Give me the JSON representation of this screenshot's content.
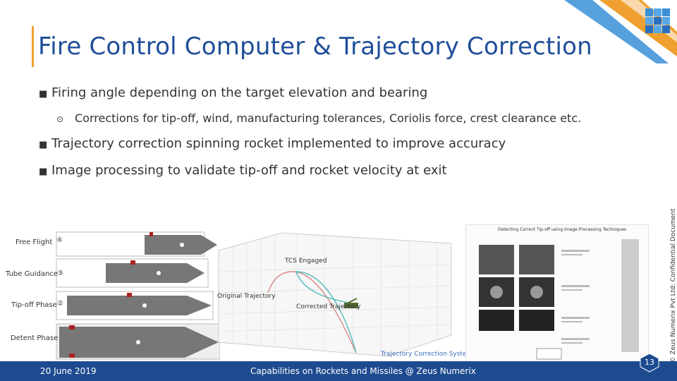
{
  "title": "Fire Control Computer & Trajectory Correction",
  "bullets": {
    "b1": "Firing angle depending on the target elevation and bearing",
    "b1_sub": "Corrections for tip-off, wind, manufacturing tolerances, Coriolis force, crest clearance etc.",
    "b2": "Trajectory correction spinning rocket implemented to improve accuracy",
    "b3": "Image processing to validate tip-off and rocket velocity at exit"
  },
  "side_note": "© Zeus Numerix Pvt Ltd: Confidential Document",
  "footer": {
    "date": "20 June 2019",
    "center": "Capabilities on Rockets and Missiles @ Zeus Numerix",
    "page": "13"
  },
  "rocket_panel": {
    "phases": [
      {
        "label": "Free Flight",
        "num": "④"
      },
      {
        "label": "Tube Guidance",
        "num": "③"
      },
      {
        "label": "Tip-off Phase",
        "num": "②"
      },
      {
        "label": "Detent Phase",
        "num": ""
      }
    ]
  },
  "trajectory_panel": {
    "tcs_label": "TCS Engaged",
    "original_label": "Original Trajectory",
    "corrected_label": "Corrected Trajectory",
    "caption": "Trajectory Correction System"
  },
  "image_panel": {
    "heading": "Detecting Correct Tip-off using Image Processing Techniques"
  },
  "colors": {
    "title": "#1f4e9a",
    "accent": "#f0a030",
    "footer": "#1d4b8f"
  }
}
